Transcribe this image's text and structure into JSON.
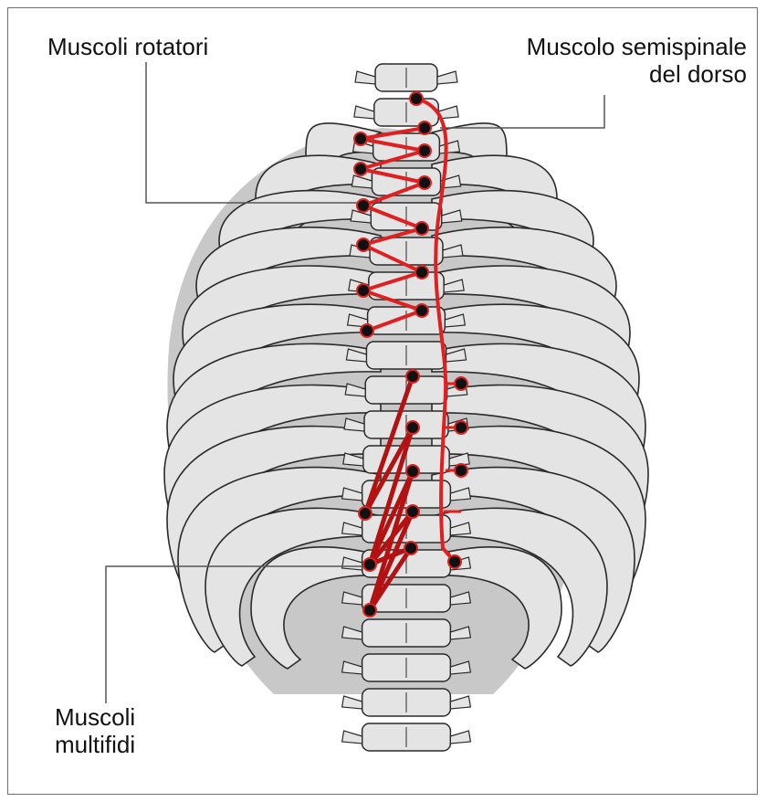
{
  "labels": {
    "rotatori": "Muscoli rotatori",
    "semispinale_line1": "Muscolo semispinale",
    "semispinale_line2": "del dorso",
    "multifidi_line1": "Muscoli",
    "multifidi_line2": "multifidi"
  },
  "colors": {
    "bone_fill": "#e4e4e4",
    "bone_stroke": "#2a2a2a",
    "intercostal_dark": "#8a8a8a",
    "muscle_red": "#e02020",
    "muscle_dark_red": "#b31212",
    "attachment_dot": "#111111",
    "leader_line": "#555555"
  }
}
